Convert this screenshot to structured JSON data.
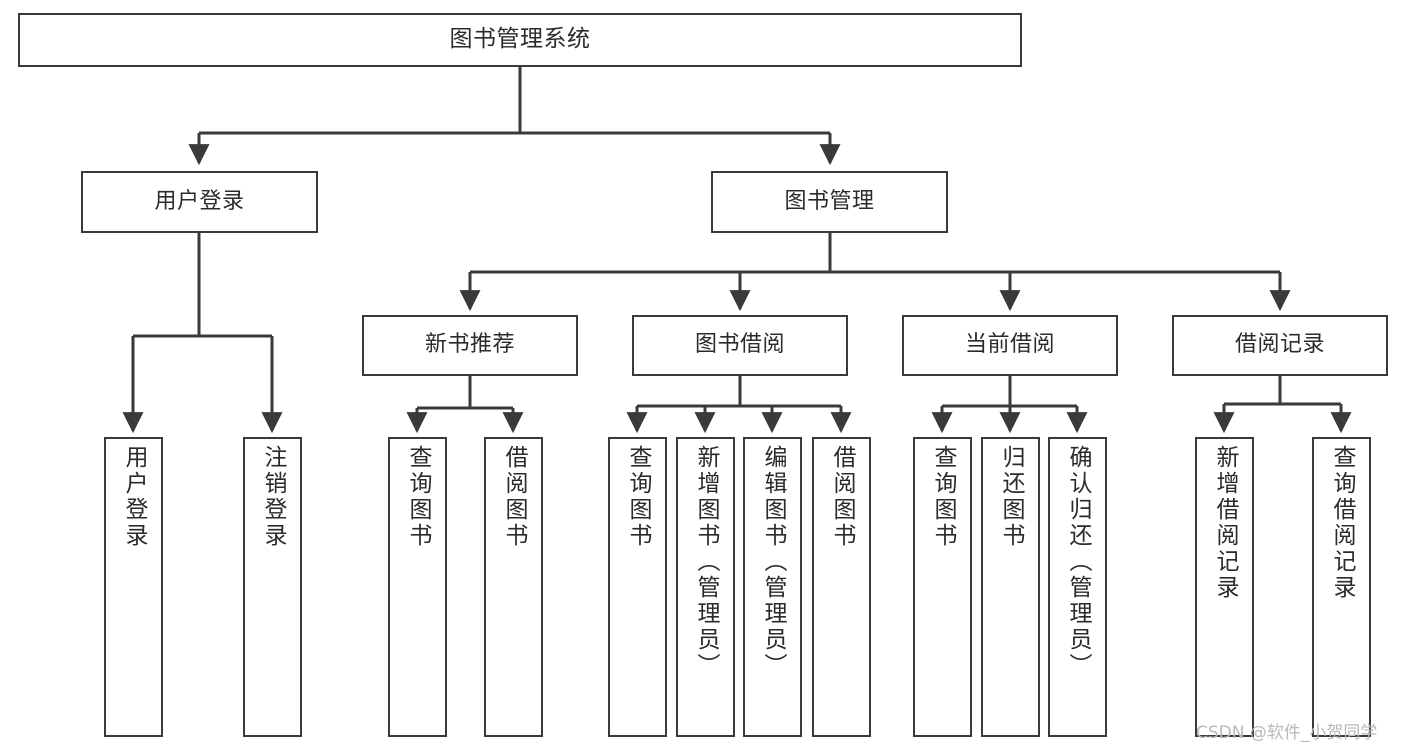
{
  "diagram": {
    "title": "图书管理系统",
    "type": "tree-hierarchy-diagram",
    "colors": {
      "box_border": "#3a3a3a",
      "box_fill": "#ffffff",
      "edge": "#3a3a3a",
      "text": "#2b2b2b",
      "watermark": "#b9b9b9",
      "background": "#ffffff"
    },
    "watermark": "CSDN @软件_小贺同学",
    "levels": {
      "root": {
        "label": "图书管理系统"
      },
      "level2": [
        {
          "id": "user-login",
          "label": "用户登录"
        },
        {
          "id": "book-management",
          "label": "图书管理"
        }
      ],
      "level3": [
        {
          "id": "new-book-recommend",
          "label": "新书推荐",
          "parent": "book-management"
        },
        {
          "id": "book-borrow",
          "label": "图书借阅",
          "parent": "book-management"
        },
        {
          "id": "current-borrow",
          "label": "当前借阅",
          "parent": "book-management"
        },
        {
          "id": "borrow-record",
          "label": "借阅记录",
          "parent": "book-management"
        }
      ],
      "leaves": [
        {
          "id": "leaf-user-login",
          "label": "用户登录",
          "parent": "user-login"
        },
        {
          "id": "leaf-user-logout",
          "label": "注销登录",
          "parent": "user-login"
        },
        {
          "id": "leaf-query-book-1",
          "label": "查询图书",
          "parent": "new-book-recommend"
        },
        {
          "id": "leaf-borrow-book-1",
          "label": "借阅图书",
          "parent": "new-book-recommend"
        },
        {
          "id": "leaf-query-book-2",
          "label": "查询图书",
          "parent": "book-borrow"
        },
        {
          "id": "leaf-add-book",
          "label": "新增图书（管理员）",
          "parent": "book-borrow"
        },
        {
          "id": "leaf-edit-book",
          "label": "编辑图书（管理员）",
          "parent": "book-borrow"
        },
        {
          "id": "leaf-borrow-book-2",
          "label": "借阅图书",
          "parent": "book-borrow"
        },
        {
          "id": "leaf-query-book-3",
          "label": "查询图书",
          "parent": "current-borrow"
        },
        {
          "id": "leaf-return-book",
          "label": "归还图书",
          "parent": "current-borrow"
        },
        {
          "id": "leaf-confirm-return",
          "label": "确认归还（管理员）",
          "parent": "current-borrow"
        },
        {
          "id": "leaf-add-record",
          "label": "新增借阅记录",
          "parent": "borrow-record"
        },
        {
          "id": "leaf-query-record",
          "label": "查询借阅记录",
          "parent": "borrow-record"
        }
      ]
    }
  }
}
